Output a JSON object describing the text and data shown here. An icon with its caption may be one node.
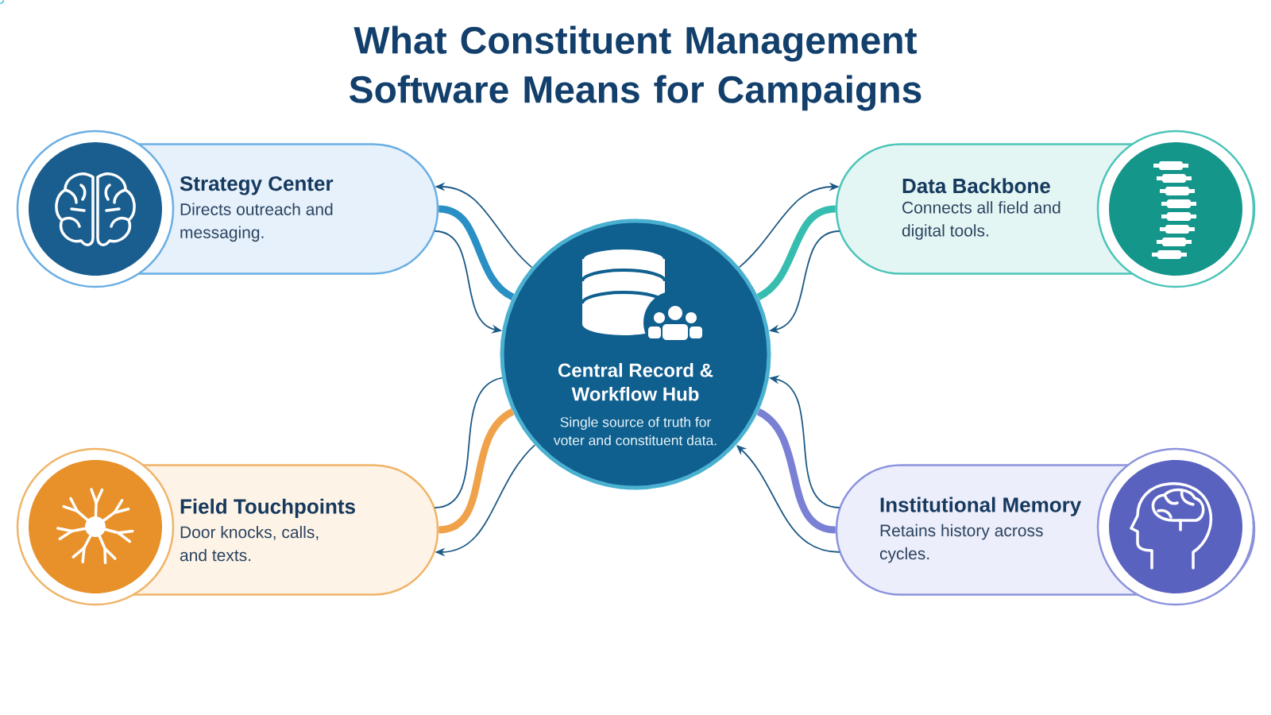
{
  "diagram": {
    "title": "What Constituent Management Software Means for Campaigns",
    "nodes": [
      {
        "text": [
          "Central Record & Workflow Hub",
          "Single source of truth for voter and constituent data."
        ]
      },
      {
        "text": [
          "Strategy Center",
          "Directs outreach and messaging."
        ]
      },
      {
        "text": [
          "Data Backbone",
          "Connects all field and digital tools."
        ]
      },
      {
        "text": [
          "Field Touchpoints",
          "Door knocks, calls, and texts."
        ]
      },
      {
        "text": [
          "Institutional Memory",
          "Retains history across cycles."
        ]
      }
    ],
    "edges": [
      {
        "from": 1,
        "to": 0,
        "arrow": "none",
        "style": "thick",
        "color": "#2a8fc4"
      },
      {
        "from": 0,
        "to": 1,
        "arrow": "to"
      },
      {
        "from": 1,
        "to": 0,
        "arrow": "to"
      },
      {
        "from": 2,
        "to": 0,
        "arrow": "none",
        "style": "thick",
        "color": "#36bdb0"
      },
      {
        "from": 0,
        "to": 2,
        "arrow": "to"
      },
      {
        "from": 2,
        "to": 0,
        "arrow": "to"
      },
      {
        "from": 3,
        "to": 0,
        "arrow": "none",
        "style": "thick",
        "color": "#f0a24a"
      },
      {
        "from": 3,
        "to": 0,
        "arrow": "none"
      },
      {
        "from": 0,
        "to": 3,
        "arrow": "to"
      },
      {
        "from": 4,
        "to": 0,
        "arrow": "none",
        "style": "thick",
        "color": "#7a80d4"
      },
      {
        "from": 4,
        "to": 0,
        "arrow": "to"
      },
      {
        "from": 4,
        "to": 0,
        "arrow": "to"
      }
    ]
  }
}
